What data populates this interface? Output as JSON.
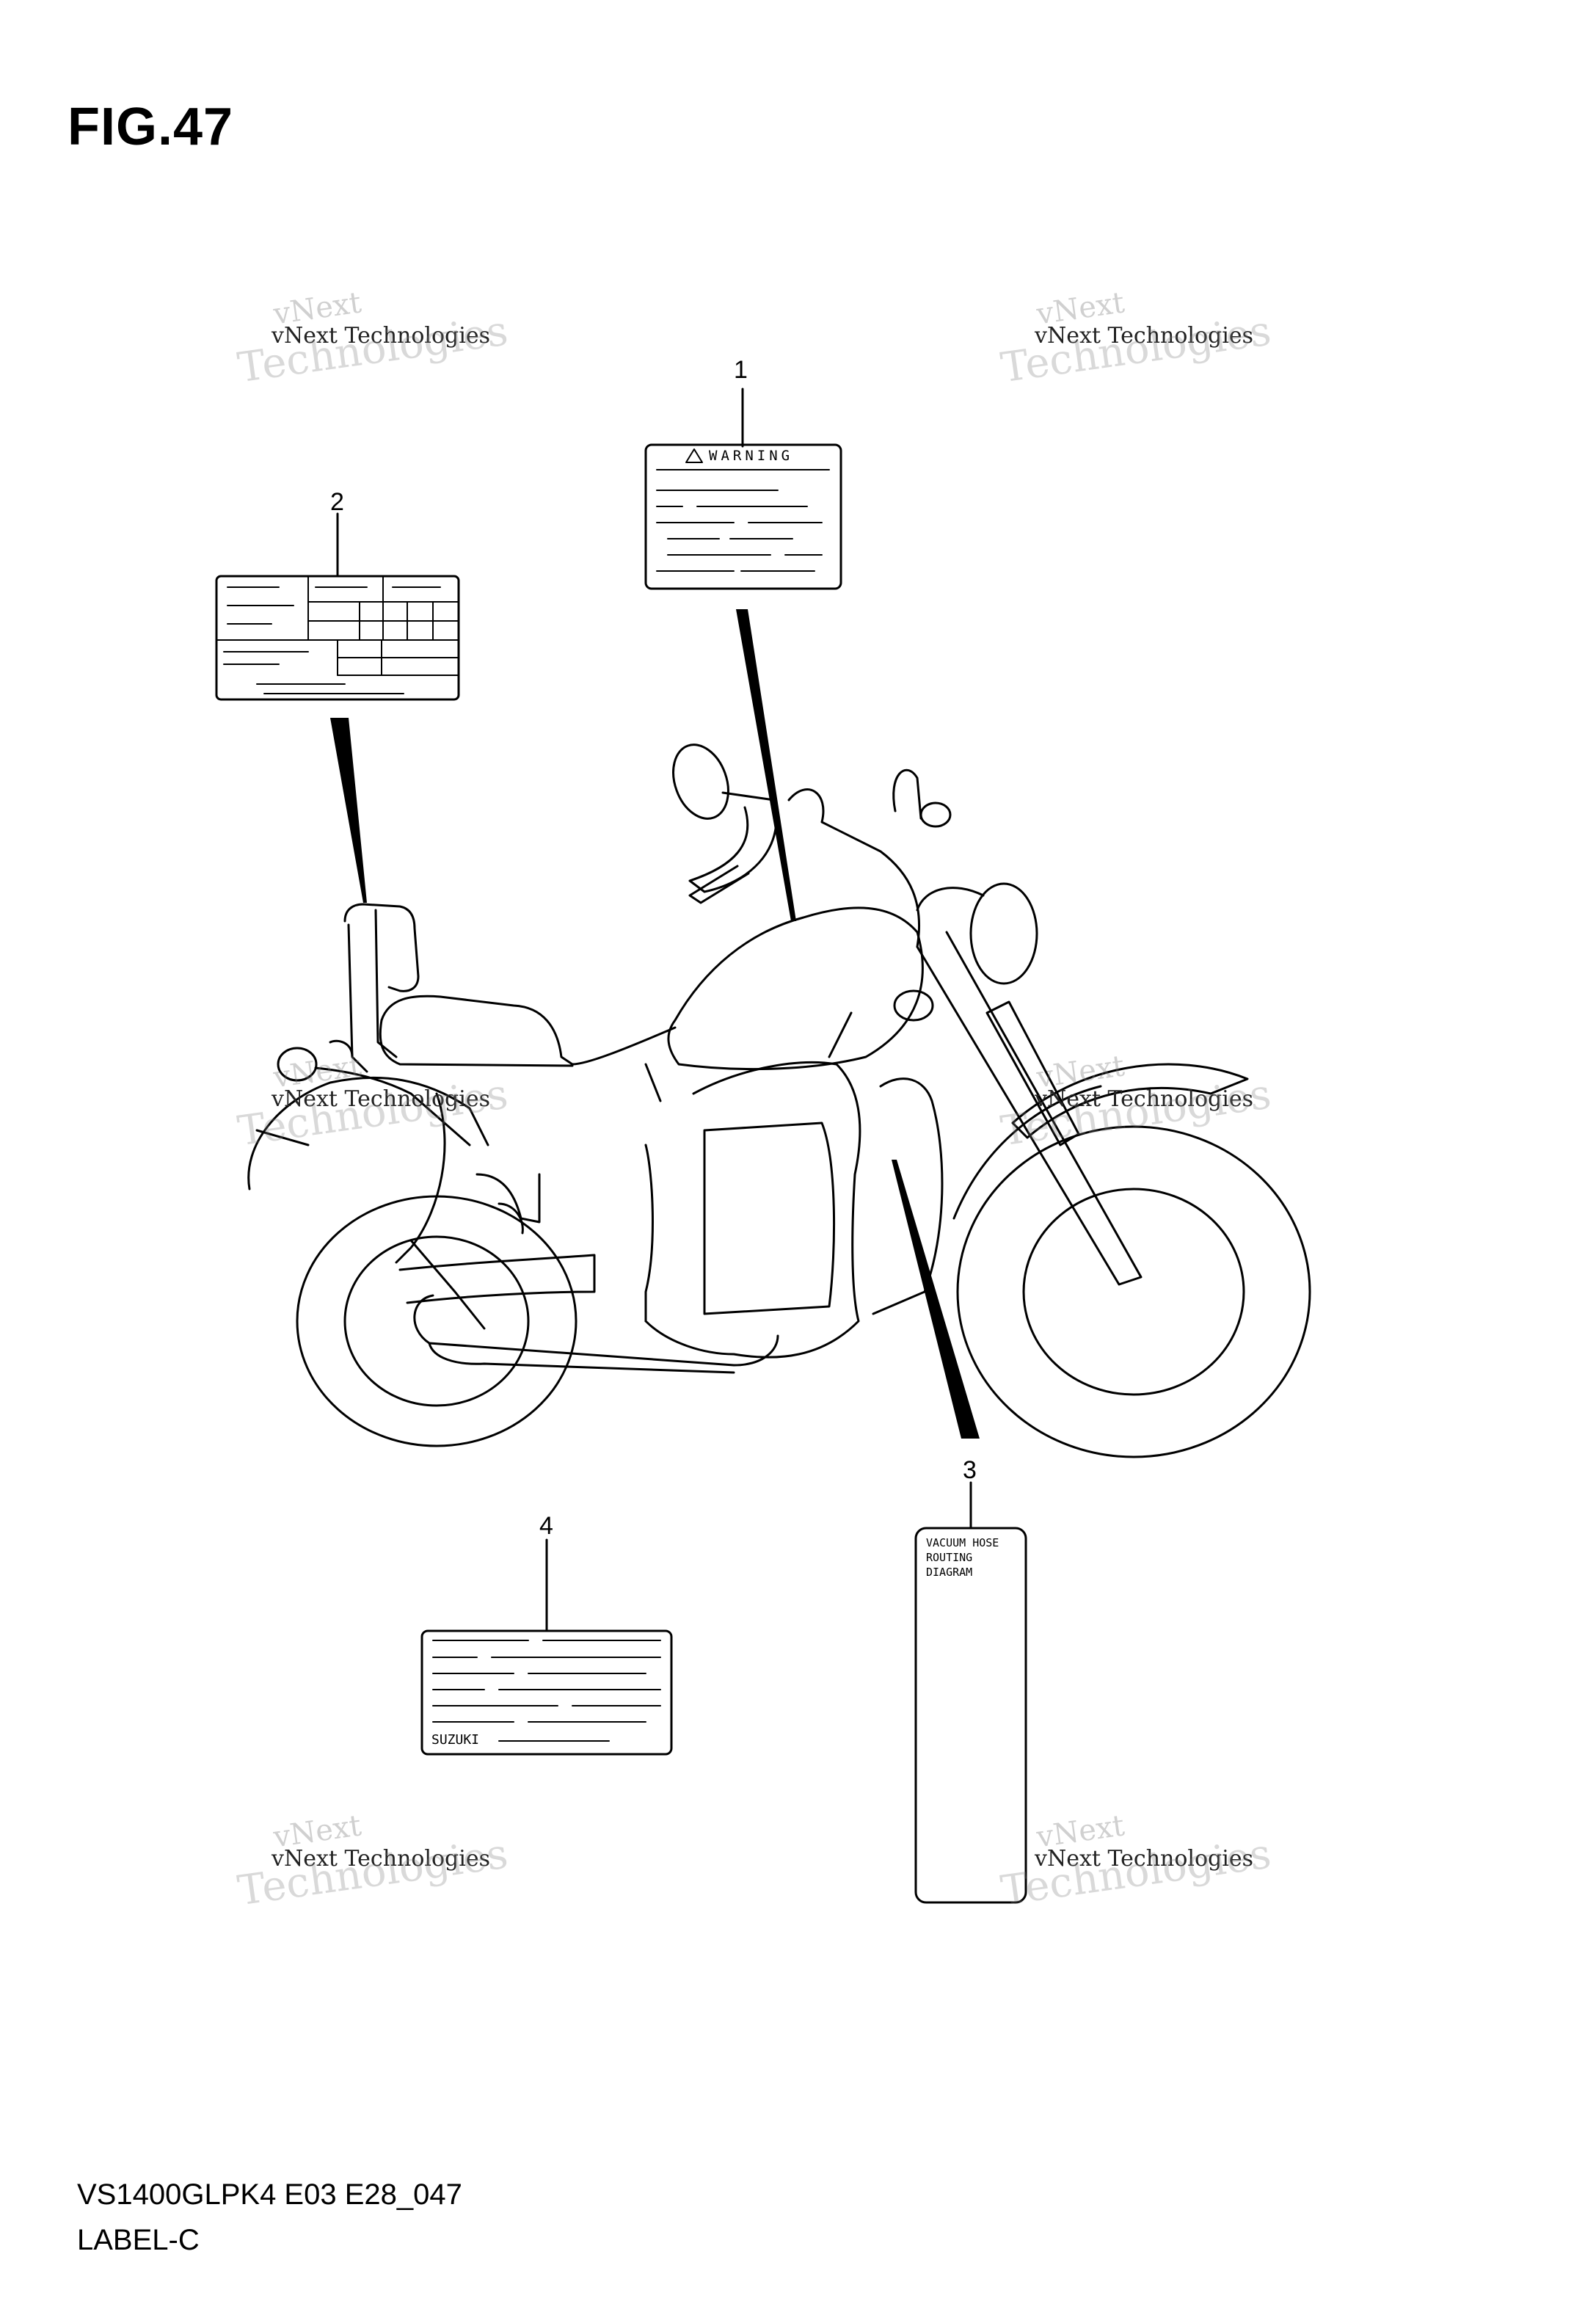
{
  "figure": {
    "title": "FIG.47"
  },
  "callouts": [
    "1",
    "2",
    "3",
    "4"
  ],
  "labels": {
    "warning_label": {
      "heading": "WARNING"
    },
    "vacuum_label": {
      "line1": "VACUUM HOSE",
      "line2": "ROUTING",
      "line3": "DIAGRAM"
    },
    "brand_label": {
      "brand": "SUZUKI"
    }
  },
  "watermark": {
    "line1": "vNext",
    "line2": "vNext Technologies",
    "line3": "Technologies"
  },
  "footer": {
    "model_code": "VS1400GLPK4 E03 E28_047",
    "section": "LABEL-C"
  }
}
